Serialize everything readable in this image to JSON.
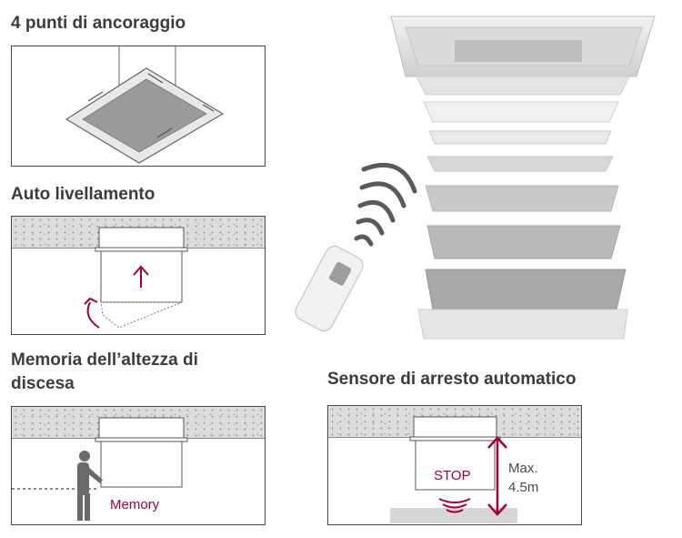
{
  "headings": {
    "anchor": "4 punti di ancoraggio",
    "auto_level": "Auto livellamento",
    "memory_line1": "Memoria dell’altezza di",
    "memory_line2": "discesa",
    "stop_sensor": "Sensore di arresto automatico"
  },
  "labels": {
    "memory": "Memory",
    "stop": "STOP",
    "max": "Max.",
    "height": "4.5m"
  },
  "colors": {
    "accent": "#a50034",
    "heading": "#3c3c3c",
    "border": "#4a4a4a"
  }
}
